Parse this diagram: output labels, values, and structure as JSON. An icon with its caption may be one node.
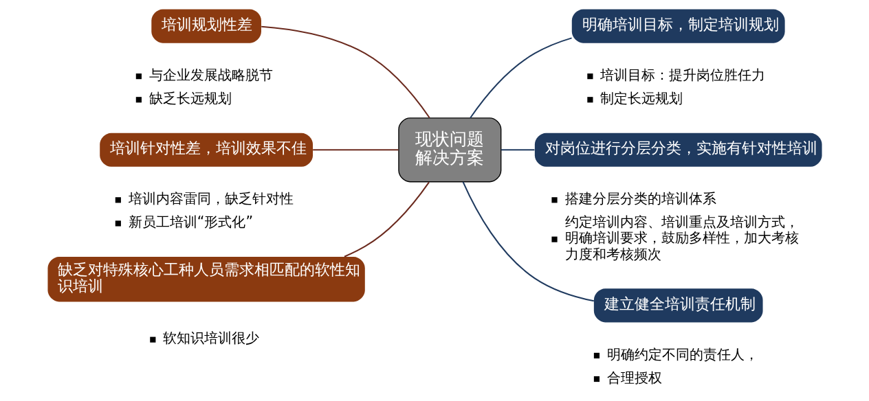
{
  "diagram": {
    "nodes": [
      {
        "text": [
          "培训规划性差"
        ],
        "beside": [
          "与企业发展战略脱节",
          "缺乏长远规划"
        ]
      },
      {
        "text": [
          "培训针对性差，培训效果不佳"
        ],
        "beside": [
          "培训内容雷同，缺乏针对性",
          "新员工培训“形式化”"
        ]
      },
      {
        "text": [
          "缺乏对特殊核心工种人员需求相匹配的软性知识培训"
        ],
        "beside": [
          "软知识培训很少"
        ]
      },
      {
        "text": [
          "现状问题",
          "解决方案"
        ]
      },
      {
        "text": [
          "明确培训目标，制定培训规划"
        ],
        "beside": [
          "培训目标：提升岗位胜任力",
          "制定长远规划"
        ]
      },
      {
        "text": [
          "对岗位进行分层分类，实施有针对性培训"
        ],
        "beside": [
          "搭建分层分类的培训体系",
          "约定培训内容、培训重点及培训方式，明确培训要求，鼓励多样性，加大考核力度和考核频次"
        ]
      },
      {
        "text": [
          "建立健全培训责任机制"
        ],
        "beside": [
          "明确约定不同的责任人，",
          "合理授权"
        ]
      }
    ],
    "edges": [
      {
        "from": 0,
        "to": 3,
        "arrow": "none",
        "color": "#6b2a1e"
      },
      {
        "from": 1,
        "to": 3,
        "arrow": "none",
        "color": "#6b2a1e"
      },
      {
        "from": 2,
        "to": 3,
        "arrow": "none",
        "color": "#6b2a1e"
      },
      {
        "from": 3,
        "to": 4,
        "arrow": "none"
      },
      {
        "from": 3,
        "to": 5,
        "arrow": "none"
      },
      {
        "from": 3,
        "to": 6,
        "arrow": "none"
      }
    ]
  }
}
